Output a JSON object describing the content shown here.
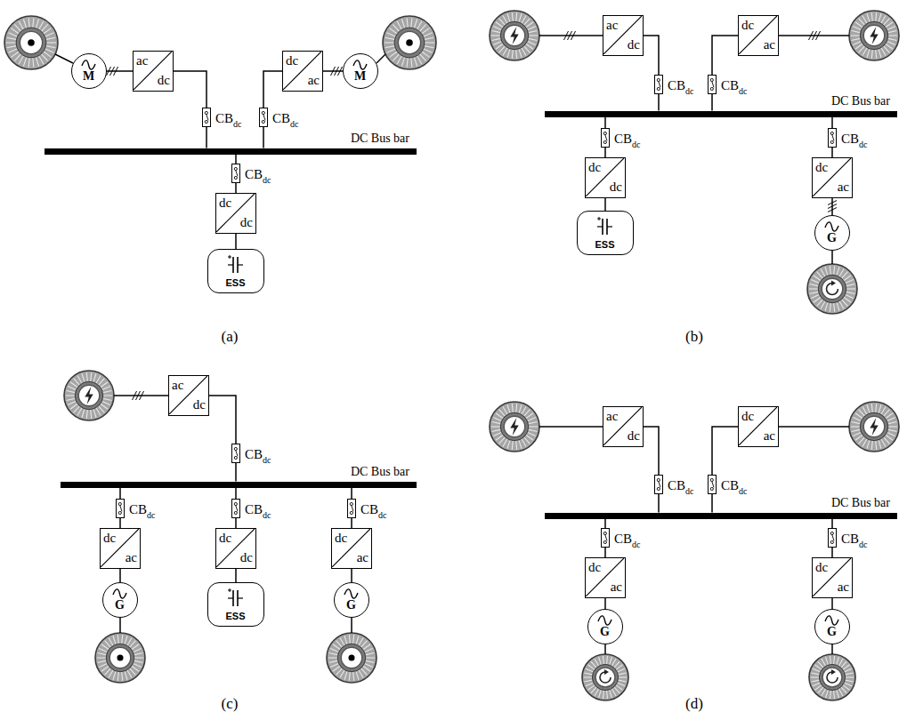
{
  "diagram": {
    "nodes": [
      {
        "text": [
          "DC Bus bar"
        ]
      },
      {
        "text": [
          "M"
        ]
      },
      {
        "text": [
          "ac",
          "dc"
        ]
      },
      {
        "text": [
          "CB",
          "dc"
        ]
      },
      {
        "text": [
          "CB",
          "dc"
        ]
      },
      {
        "text": [
          "dc",
          "ac"
        ]
      },
      {
        "text": [
          "M"
        ]
      },
      {
        "text": [
          "CB",
          "dc"
        ]
      },
      {
        "text": [
          "dc",
          "dc"
        ]
      },
      {
        "text": [
          "ESS"
        ]
      },
      {
        "text": [
          "DC Bus bar"
        ]
      },
      {
        "text": [
          "ac",
          "dc"
        ]
      },
      {
        "text": [
          "CB",
          "dc"
        ]
      },
      {
        "text": [
          "CB",
          "dc"
        ]
      },
      {
        "text": [
          "dc",
          "ac"
        ]
      },
      {
        "text": [
          "CB",
          "dc"
        ]
      },
      {
        "text": [
          "dc",
          "dc"
        ]
      },
      {
        "text": [
          "ESS"
        ]
      },
      {
        "text": [
          "CB",
          "dc"
        ]
      },
      {
        "text": [
          "dc",
          "ac"
        ]
      },
      {
        "text": [
          "G"
        ]
      },
      {
        "text": [
          "DC Bus bar"
        ]
      },
      {
        "text": [
          "ac",
          "dc"
        ]
      },
      {
        "text": [
          "CB",
          "dc"
        ]
      },
      {
        "text": [
          "CB",
          "dc"
        ]
      },
      {
        "text": [
          "dc",
          "ac"
        ]
      },
      {
        "text": [
          "G"
        ]
      },
      {
        "text": [
          "CB",
          "dc"
        ]
      },
      {
        "text": [
          "dc",
          "dc"
        ]
      },
      {
        "text": [
          "ESS"
        ]
      },
      {
        "text": [
          "CB",
          "dc"
        ]
      },
      {
        "text": [
          "dc",
          "ac"
        ]
      },
      {
        "text": [
          "G"
        ]
      },
      {
        "text": [
          "DC Bus bar"
        ]
      },
      {
        "text": [
          "ac",
          "dc"
        ]
      },
      {
        "text": [
          "CB",
          "dc"
        ]
      },
      {
        "text": [
          "CB",
          "dc"
        ]
      },
      {
        "text": [
          "dc",
          "ac"
        ]
      },
      {
        "text": [
          "CB",
          "dc"
        ]
      },
      {
        "text": [
          "dc",
          "ac"
        ]
      },
      {
        "text": [
          "G"
        ]
      },
      {
        "text": [
          "CB",
          "dc"
        ]
      },
      {
        "text": [
          "dc",
          "ac"
        ]
      },
      {
        "text": [
          "G"
        ]
      }
    ],
    "edges": [
      {
        "from": 1,
        "to": 2,
        "arrow": "none"
      },
      {
        "from": 2,
        "to": 3,
        "arrow": "none"
      },
      {
        "from": 3,
        "to": 0,
        "arrow": "none"
      },
      {
        "from": 0,
        "to": 4,
        "arrow": "none"
      },
      {
        "from": 4,
        "to": 5,
        "arrow": "none"
      },
      {
        "from": 5,
        "to": 6,
        "arrow": "none"
      },
      {
        "from": 0,
        "to": 7,
        "arrow": "none"
      },
      {
        "from": 7,
        "to": 8,
        "arrow": "none"
      },
      {
        "from": 8,
        "to": 9,
        "arrow": "none"
      },
      {
        "from": 11,
        "to": 12,
        "arrow": "none"
      },
      {
        "from": 12,
        "to": 10,
        "arrow": "none"
      },
      {
        "from": 10,
        "to": 13,
        "arrow": "none"
      },
      {
        "from": 13,
        "to": 14,
        "arrow": "none"
      },
      {
        "from": 10,
        "to": 15,
        "arrow": "none"
      },
      {
        "from": 15,
        "to": 16,
        "arrow": "none"
      },
      {
        "from": 16,
        "to": 17,
        "arrow": "none"
      },
      {
        "from": 10,
        "to": 18,
        "arrow": "none"
      },
      {
        "from": 18,
        "to": 19,
        "arrow": "none"
      },
      {
        "from": 19,
        "to": 20,
        "arrow": "none"
      },
      {
        "from": 22,
        "to": 23,
        "arrow": "none"
      },
      {
        "from": 23,
        "to": 21,
        "arrow": "none"
      },
      {
        "from": 21,
        "to": 24,
        "arrow": "none"
      },
      {
        "from": 24,
        "to": 25,
        "arrow": "none"
      },
      {
        "from": 25,
        "to": 26,
        "arrow": "none"
      },
      {
        "from": 21,
        "to": 27,
        "arrow": "none"
      },
      {
        "from": 27,
        "to": 28,
        "arrow": "none"
      },
      {
        "from": 28,
        "to": 29,
        "arrow": "none"
      },
      {
        "from": 21,
        "to": 30,
        "arrow": "none"
      },
      {
        "from": 30,
        "to": 31,
        "arrow": "none"
      },
      {
        "from": 31,
        "to": 32,
        "arrow": "none"
      },
      {
        "from": 34,
        "to": 35,
        "arrow": "none"
      },
      {
        "from": 35,
        "to": 33,
        "arrow": "none"
      },
      {
        "from": 33,
        "to": 36,
        "arrow": "none"
      },
      {
        "from": 36,
        "to": 37,
        "arrow": "none"
      },
      {
        "from": 33,
        "to": 38,
        "arrow": "none"
      },
      {
        "from": 38,
        "to": 39,
        "arrow": "none"
      },
      {
        "from": 39,
        "to": 40,
        "arrow": "none"
      },
      {
        "from": 33,
        "to": 41,
        "arrow": "none"
      },
      {
        "from": 41,
        "to": 42,
        "arrow": "none"
      },
      {
        "from": 42,
        "to": 43,
        "arrow": "none"
      }
    ],
    "labels": [
      "(a)",
      "(b)",
      "(c)",
      "(d)"
    ]
  }
}
